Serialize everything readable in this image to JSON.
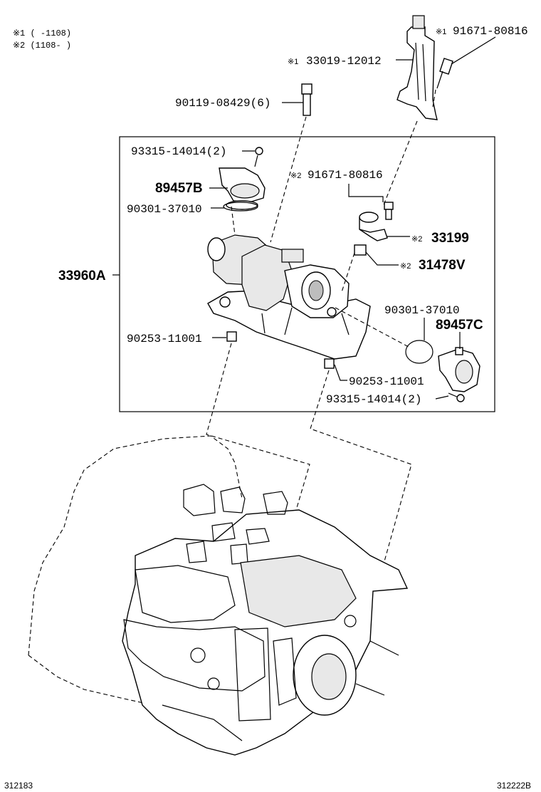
{
  "notes": {
    "note1": "※1 (    -1108)",
    "note2": "※2 (1108-    )"
  },
  "parts": {
    "p_91671_top": {
      "mark": "※1",
      "number": "91671-80816"
    },
    "p_33019": {
      "mark": "※1",
      "number": "33019-12012"
    },
    "p_90119": {
      "number": "90119-08429(6)"
    },
    "p_93315_top": {
      "number": "93315-14014(2)"
    },
    "p_89457B": {
      "number": "89457B"
    },
    "p_90301_left": {
      "number": "90301-37010"
    },
    "p_33960A": {
      "number": "33960A"
    },
    "p_91671_mid": {
      "mark": "※2",
      "number": "91671-80816"
    },
    "p_33199": {
      "mark": "※2",
      "number": "33199"
    },
    "p_31478V": {
      "mark": "※2",
      "number": "31478V"
    },
    "p_90301_right": {
      "number": "90301-37010"
    },
    "p_89457C": {
      "number": "89457C"
    },
    "p_90253_left": {
      "number": "90253-11001"
    },
    "p_90253_right": {
      "number": "90253-11001"
    },
    "p_93315_bottom": {
      "number": "93315-14014(2)"
    }
  },
  "footer": {
    "left_code": "312183",
    "right_code": "312222B"
  }
}
